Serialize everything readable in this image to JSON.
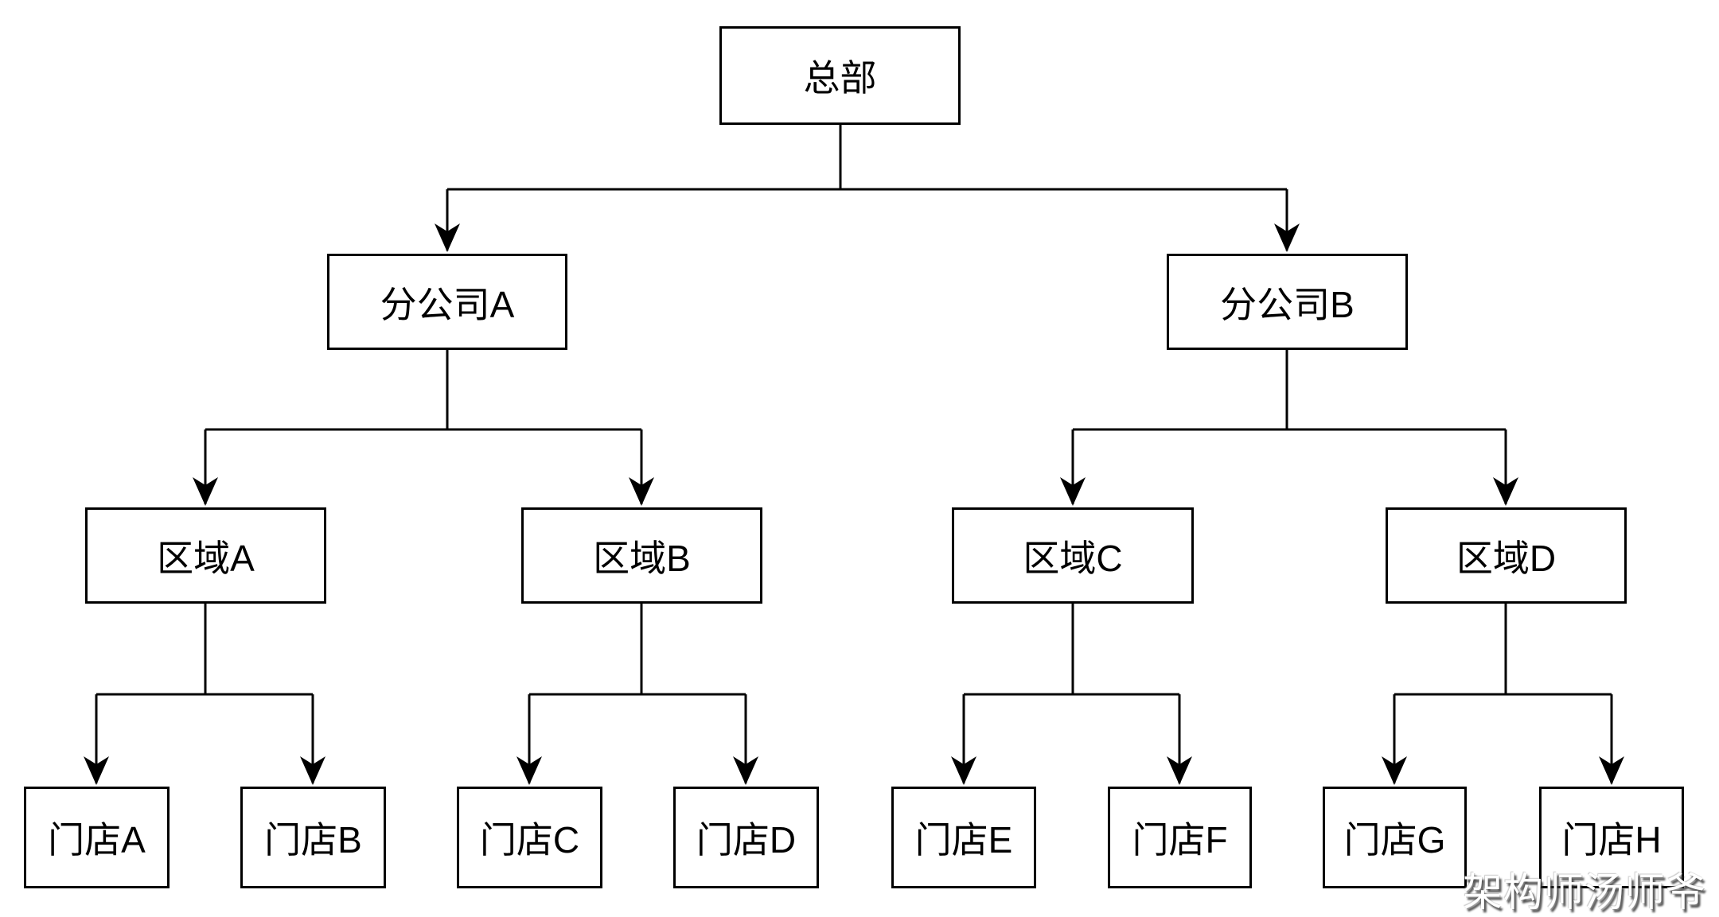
{
  "diagram": {
    "type": "org-tree",
    "nodes": {
      "hq": {
        "label": "总部",
        "level": 1
      },
      "branch_a": {
        "label": "分公司A",
        "level": 2
      },
      "branch_b": {
        "label": "分公司B",
        "level": 2
      },
      "region_a": {
        "label": "区域A",
        "level": 3
      },
      "region_b": {
        "label": "区域B",
        "level": 3
      },
      "region_c": {
        "label": "区域C",
        "level": 3
      },
      "region_d": {
        "label": "区域D",
        "level": 3
      },
      "store_a": {
        "label": "门店A",
        "level": 4
      },
      "store_b": {
        "label": "门店B",
        "level": 4
      },
      "store_c": {
        "label": "门店C",
        "level": 4
      },
      "store_d": {
        "label": "门店D",
        "level": 4
      },
      "store_e": {
        "label": "门店E",
        "level": 4
      },
      "store_f": {
        "label": "门店F",
        "level": 4
      },
      "store_g": {
        "label": "门店G",
        "level": 4
      },
      "store_h": {
        "label": "门店H",
        "level": 4
      }
    },
    "edges": [
      {
        "from": "总部",
        "to": "分公司A"
      },
      {
        "from": "总部",
        "to": "分公司B"
      },
      {
        "from": "分公司A",
        "to": "区域A"
      },
      {
        "from": "分公司A",
        "to": "区域B"
      },
      {
        "from": "分公司B",
        "to": "区域C"
      },
      {
        "from": "分公司B",
        "to": "区域D"
      },
      {
        "from": "区域A",
        "to": "门店A"
      },
      {
        "from": "区域A",
        "to": "门店B"
      },
      {
        "from": "区域B",
        "to": "门店C"
      },
      {
        "from": "区域B",
        "to": "门店D"
      },
      {
        "from": "区域C",
        "to": "门店E"
      },
      {
        "from": "区域C",
        "to": "门店F"
      },
      {
        "from": "区域D",
        "to": "门店G"
      },
      {
        "from": "区域D",
        "to": "门店H"
      }
    ],
    "watermark": "架构师汤师爷"
  },
  "colors": {
    "background": "#ffffff",
    "line": "#000000",
    "box_border": "#000000",
    "box_fill": "#ffffff",
    "watermark_fill": "#ffffff",
    "watermark_shadow": "#2d2d2d"
  }
}
